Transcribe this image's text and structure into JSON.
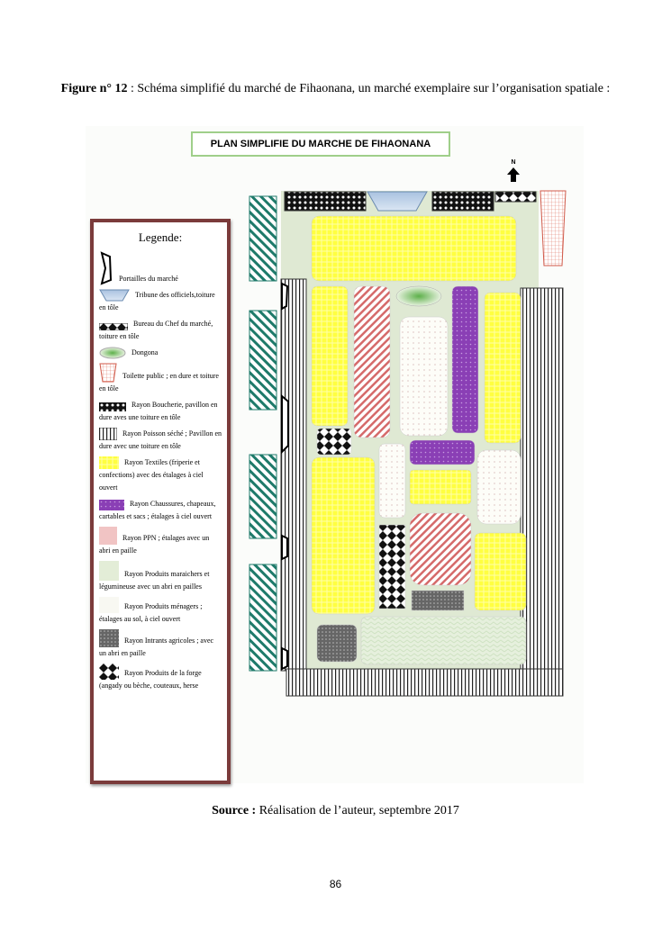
{
  "caption": {
    "label": "Figure n° 12",
    "text": " : Schéma simplifié du marché de Fihaonana, un marché exemplaire sur l’organisation spatiale :"
  },
  "plan_title": "PLAN SIMPLIFIE DU MARCHE DE FIHAONANA",
  "north": "N",
  "legend": {
    "title": "Legende:",
    "items": [
      "Portailles du marché",
      "Tribune des officiels,toiture en tôle",
      "Bureau du Chef du marché, toiture en tôle",
      "Dongona",
      "Toilette public ; en dure et toiture en tôle",
      "Rayon Boucherie, pavillon en dure aves une toiture en tôle",
      "Rayon Poisson séché ; Pavillon en dure avec une toiture en tôle",
      "Rayon Textiles (friperie et confections) avec des étalages à ciel ouvert",
      "Rayon Chaussures, chapeaux, cartables et sacs ; étalages à ciel ouvert",
      "Rayon PPN ; étalages avec un abri en paille",
      "Rayon Produits maraichers et légumineuse avec un abri en pailles",
      "Rayon Produits ménagers ; étalages au sol, à ciel ouvert",
      "Rayon Intrants agricoles ; avec un  abri en paille",
      "Rayon Produits de la forge (angady ou bèche, couteaux, herse"
    ]
  },
  "source": {
    "label": "Source :",
    "text": " Réalisation de l’auteur, septembre 2017"
  },
  "page_number": "86"
}
